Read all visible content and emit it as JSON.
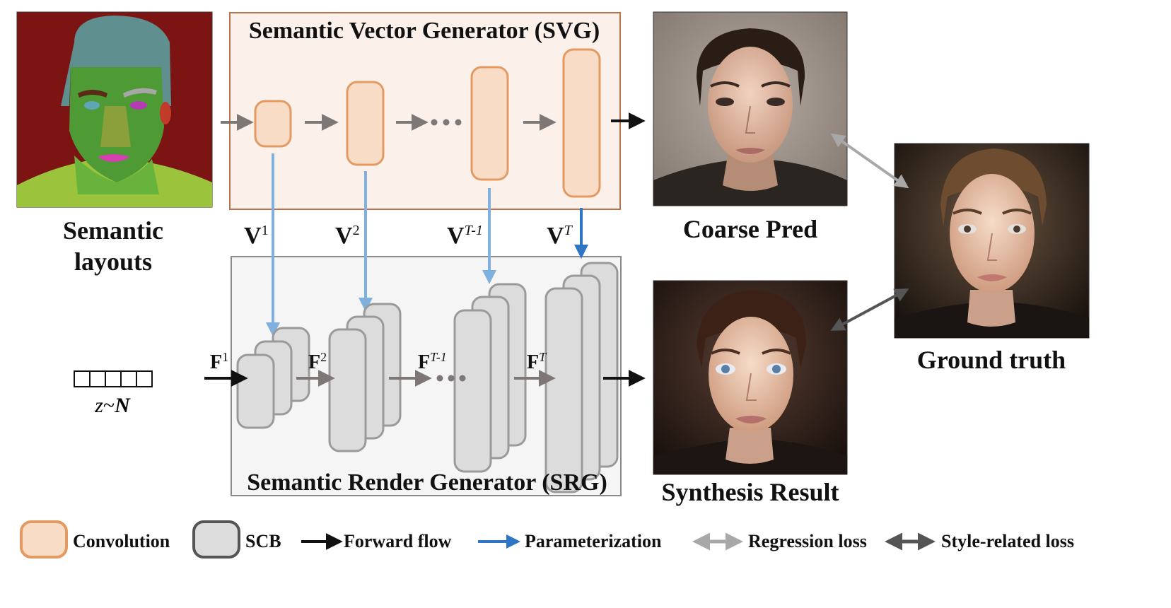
{
  "svg_module": {
    "title": "Semantic Vector Generator (SVG)"
  },
  "srg_module": {
    "title": "Semantic Render Generator (SRG)"
  },
  "images": {
    "semantic_layouts": {
      "label_line1": "Semantic",
      "label_line2": "layouts"
    },
    "coarse_pred": {
      "label": "Coarse Pred"
    },
    "synthesis_result": {
      "label": "Synthesis Result"
    },
    "ground_truth": {
      "label": "Ground truth"
    }
  },
  "vectors": {
    "v1": {
      "base": "V",
      "sup": "1"
    },
    "v2": {
      "base": "V",
      "sup": "2"
    },
    "vt1": {
      "base": "V",
      "sup": "T-1"
    },
    "vt": {
      "base": "V",
      "sup": "T"
    }
  },
  "features": {
    "f1": {
      "base": "F",
      "sup": "1"
    },
    "f2": {
      "base": "F",
      "sup": "2"
    },
    "ft1": {
      "base": "F",
      "sup": "T-1"
    },
    "ft": {
      "base": "F",
      "sup": "T"
    }
  },
  "noise": {
    "label_z": "z",
    "label_tilde": "~",
    "label_n": "N"
  },
  "legend": {
    "convolution": "Convolution",
    "scb": "SCB",
    "forward_flow": "Forward flow",
    "parameterization": "Parameterization",
    "regression_loss": "Regression loss",
    "style_loss": "Style-related loss"
  },
  "colors": {
    "conv_fill": "#f8dcc6",
    "conv_stroke": "#e39a62",
    "svg_bg": "#fbf1ea",
    "svg_border": "#b8734a",
    "scb_fill": "#dcdcdc",
    "scb_stroke": "#9a9a9a",
    "srg_bg": "#f5f5f5",
    "srg_border": "#8a8a8a",
    "param_arrow": "#2e75c6",
    "param_arrow_light": "#7fb0de",
    "forward_arrow": "#111111",
    "regression_arrow": "#a8a8a8",
    "style_arrow": "#555555"
  }
}
